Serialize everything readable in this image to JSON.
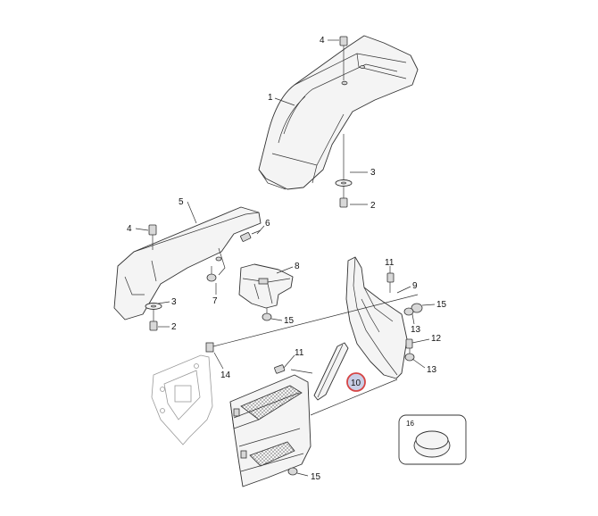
{
  "callouts": {
    "c1": "1",
    "c2a": "2",
    "c2b": "2",
    "c3a": "3",
    "c3b": "3",
    "c4a": "4",
    "c4b": "4",
    "c5": "5",
    "c6": "6",
    "c7": "7",
    "c8": "8",
    "c9": "9",
    "c10": "10",
    "c11a": "11",
    "c11b": "11",
    "c12": "12",
    "c13a": "13",
    "c13b": "13",
    "c14": "14",
    "c15a": "15",
    "c15b": "15",
    "c15c": "15",
    "c16": "16"
  },
  "colors": {
    "highlight": "#d64545",
    "highlight_fill": "#c9cfe6",
    "ink": "#333333"
  }
}
